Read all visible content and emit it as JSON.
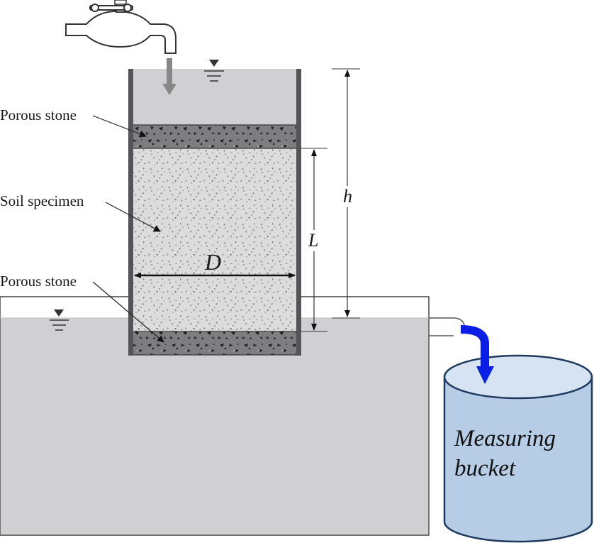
{
  "diagram": {
    "labels": {
      "porous_stone_top": "Porous stone",
      "soil_specimen": "Soil specimen",
      "porous_stone_bottom": "Porous stone"
    },
    "dimensions": {
      "height_head": "h",
      "length": "L",
      "diameter": "D"
    },
    "bucket": {
      "line1": "Measuring",
      "line2": "bucket"
    },
    "colors": {
      "water": "#d0d0d2",
      "soil": "#dcdcdc",
      "stone": "#7e7e80",
      "wall": "#555558",
      "bucket_fill": "#b7cde6",
      "bucket_top": "#d6e3f2",
      "bucket_stroke": "#1f3a5f",
      "flow_arrow": "#0a1ee6"
    },
    "icons": [
      "water-tap-icon",
      "water-level-triangle-icon",
      "flow-arrow-icon"
    ]
  }
}
